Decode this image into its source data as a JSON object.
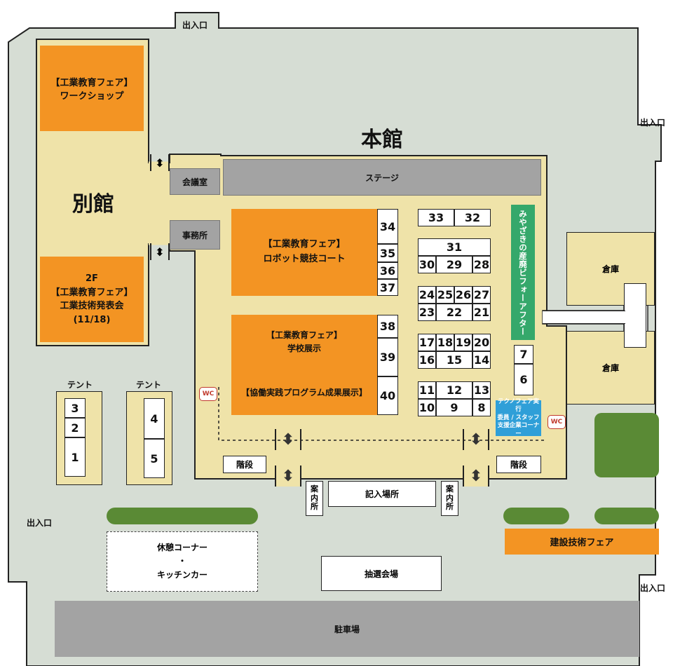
{
  "colors": {
    "ground": "#d6ddd4",
    "building": "#efe3a9",
    "accent": "#f39423",
    "green": "#5a8a35",
    "gray": "#a3a3a3"
  },
  "entrances": {
    "top": "出入口",
    "upper_right": "出入口",
    "left": "出入口",
    "lower_right": "出入口"
  },
  "annex": {
    "title": "別館",
    "workshop": "【工業教育フェア】\nワークショップ",
    "presentation": "2F\n【工業教育フェア】\n工業技術発表会\n(11/18)"
  },
  "main": {
    "title": "本館",
    "stage": "ステージ",
    "meeting_room": "会議室",
    "office": "事務所",
    "robot": "【工業教育フェア】\nロボット競技コート",
    "school": "【工業教育フェア】\n学校展示",
    "collab": "【協働実践プログラム成果展示】",
    "vertical_sign": "みやざきの産廃ビフォーアフター",
    "techno_corner": "テクノフェア実行\n委員 / スタッフ\n支援企業コーナー",
    "stairs_left": "階段",
    "stairs_right": "階段",
    "reception": "記入場所",
    "info_left": "案\n内\n所",
    "info_right": "案\n内\n所",
    "wc": "WC",
    "arrow": "⬍"
  },
  "booths": {
    "b34": "34",
    "b35": "35",
    "b36": "36",
    "b37": "37",
    "b38": "38",
    "b39": "39",
    "b40": "40",
    "b33": "33",
    "b32": "32",
    "b31": "31",
    "b30": "30",
    "b29": "29",
    "b28": "28",
    "b24": "24",
    "b25": "25",
    "b26": "26",
    "b27": "27",
    "b23": "23",
    "b22": "22",
    "b21": "21",
    "b17": "17",
    "b18": "18",
    "b19": "19",
    "b20": "20",
    "b16": "16",
    "b15": "15",
    "b14": "14",
    "b11": "11",
    "b12": "12",
    "b13": "13",
    "b10": "10",
    "b9": "9",
    "b8": "8",
    "b7": "7",
    "b6": "6"
  },
  "tents": {
    "label_left": "テント",
    "label_right": "テント",
    "t3": "3",
    "t2": "2",
    "t1": "1",
    "t4": "4",
    "t5": "5"
  },
  "warehouse": {
    "top": "倉庫",
    "bottom": "倉庫"
  },
  "outside": {
    "rest": "休憩コーナー\n・\nキッチンカー",
    "lottery": "抽選会場",
    "construction": "建設技術フェア",
    "parking": "駐車場"
  }
}
